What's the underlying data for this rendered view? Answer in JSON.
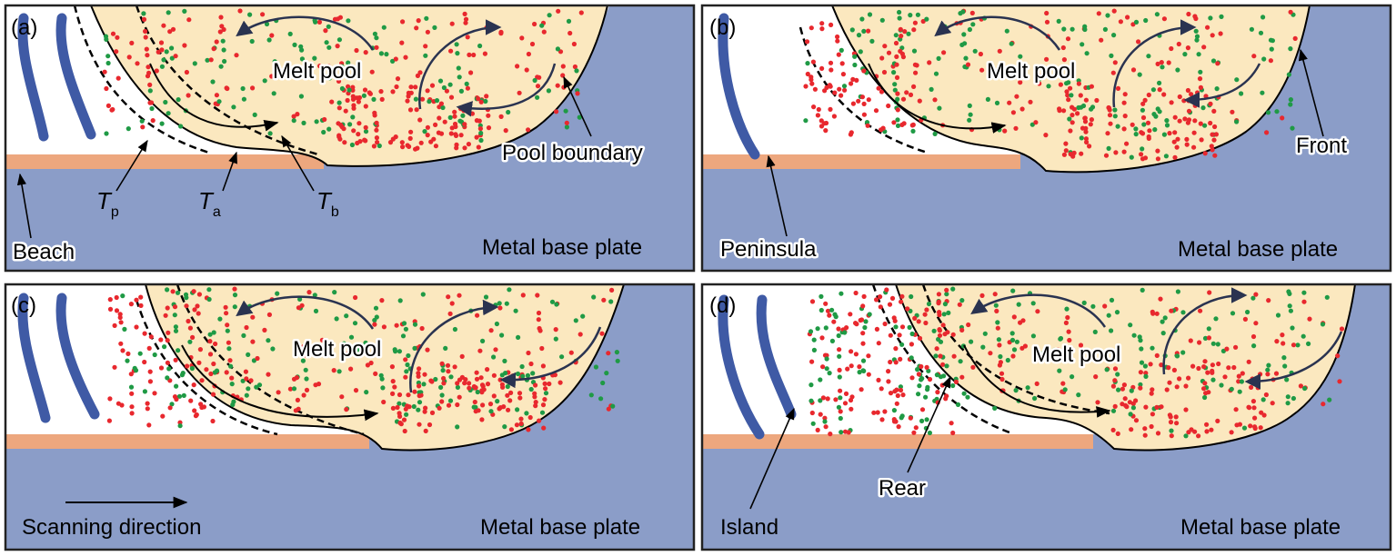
{
  "colors": {
    "base_plate": "#8b9dc8",
    "powder_layer": "#eda77e",
    "melt_pool": "#fbe8bf",
    "fluid_red": "#e8282e",
    "fluid_green": "#1f9a45",
    "solid_track": "#3f5aa5",
    "arrow_dark": "#2a3350",
    "border": "#222222"
  },
  "icons": [
    "flow-arrow-icon",
    "pointer-arrow-icon",
    "scan-direction-arrow-icon"
  ],
  "panels": [
    {
      "id": "a",
      "tag": "(a)",
      "melt_pool": "Melt pool",
      "base_plate": "Metal base plate",
      "beach": "Beach",
      "pool_boundary": "Pool boundary",
      "isotherms": [
        {
          "symbol": "T",
          "sub": "p"
        },
        {
          "symbol": "T",
          "sub": "a"
        },
        {
          "symbol": "T",
          "sub": "b"
        }
      ]
    },
    {
      "id": "b",
      "tag": "(b)",
      "melt_pool": "Melt pool",
      "base_plate": "Metal base plate",
      "peninsula": "Peninsula",
      "front": "Front"
    },
    {
      "id": "c",
      "tag": "(c)",
      "melt_pool": "Melt pool",
      "base_plate": "Metal base plate",
      "scanning_direction": "Scanning direction"
    },
    {
      "id": "d",
      "tag": "(d)",
      "melt_pool": "Melt pool",
      "base_plate": "Metal base plate",
      "island": "Island",
      "rear": "Rear"
    }
  ]
}
